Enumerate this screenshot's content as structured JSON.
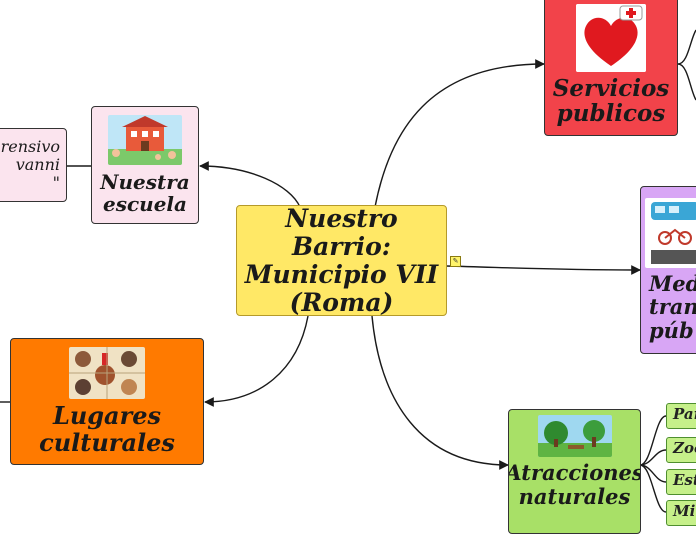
{
  "central": {
    "label": "Nuestro Barrio:\nMunicipio VII\n(Roma)",
    "color": "#ffe866"
  },
  "nodes": {
    "school": {
      "label": "Nuestra\nescuela",
      "color": "#fbe4ee"
    },
    "school_child": {
      "label": "rensivo\nvanni\n\""
    },
    "culture": {
      "label": "Lugares\nculturales",
      "color": "#ff7a00"
    },
    "public_services": {
      "label": "Servicios\npublicos",
      "color": "#f2434a"
    },
    "transport": {
      "label": "Medi\ntrans\npúb",
      "color": "#d8a6f5"
    },
    "nature": {
      "label": "Atracciones\nnaturales",
      "color": "#a8e067"
    }
  },
  "nature_children": [
    "Par",
    "Zoo",
    "Est",
    "Mi"
  ],
  "note_icon": "note-icon",
  "colors": {
    "line": "#1a1a1a",
    "node_border": "#333333"
  }
}
